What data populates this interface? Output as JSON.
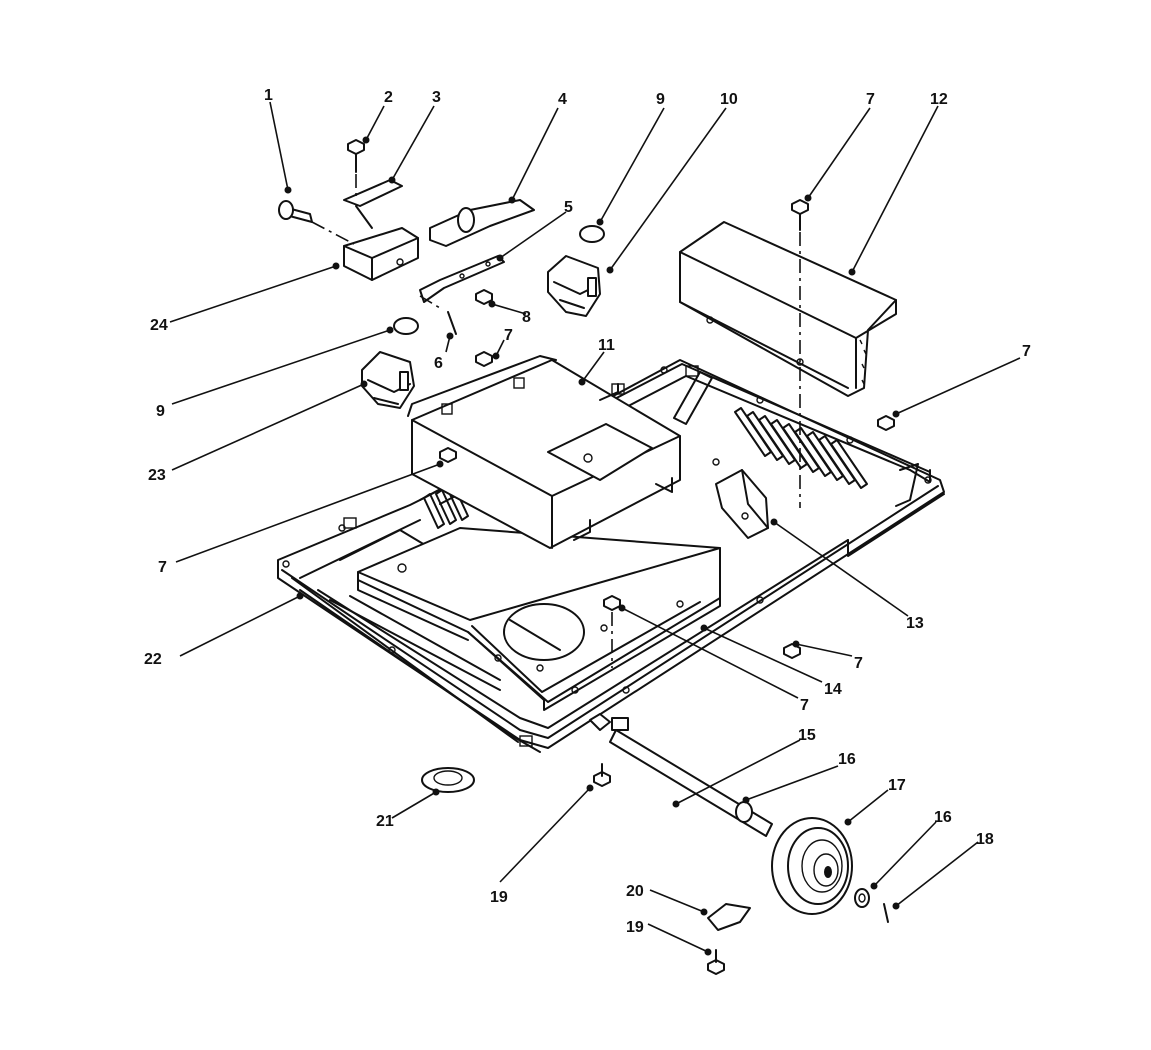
{
  "callouts": [
    {
      "id": "c1",
      "text": "1"
    },
    {
      "id": "c2",
      "text": "2"
    },
    {
      "id": "c3",
      "text": "3"
    },
    {
      "id": "c4",
      "text": "4"
    },
    {
      "id": "c5",
      "text": "5"
    },
    {
      "id": "c6",
      "text": "6"
    },
    {
      "id": "c7a",
      "text": "7"
    },
    {
      "id": "c7b",
      "text": "7"
    },
    {
      "id": "c7c",
      "text": "7"
    },
    {
      "id": "c7d",
      "text": "7"
    },
    {
      "id": "c7e",
      "text": "7"
    },
    {
      "id": "c7f",
      "text": "7"
    },
    {
      "id": "c8",
      "text": "8"
    },
    {
      "id": "c9a",
      "text": "9"
    },
    {
      "id": "c9b",
      "text": "9"
    },
    {
      "id": "c10",
      "text": "10"
    },
    {
      "id": "c11",
      "text": "11"
    },
    {
      "id": "c12",
      "text": "12"
    },
    {
      "id": "c13",
      "text": "13"
    },
    {
      "id": "c14",
      "text": "14"
    },
    {
      "id": "c15",
      "text": "15"
    },
    {
      "id": "c16a",
      "text": "16"
    },
    {
      "id": "c16b",
      "text": "16"
    },
    {
      "id": "c17",
      "text": "17"
    },
    {
      "id": "c18",
      "text": "18"
    },
    {
      "id": "c19a",
      "text": "19"
    },
    {
      "id": "c19b",
      "text": "19"
    },
    {
      "id": "c20",
      "text": "20"
    },
    {
      "id": "c21",
      "text": "21"
    },
    {
      "id": "c22",
      "text": "22"
    },
    {
      "id": "c23",
      "text": "23"
    },
    {
      "id": "c24",
      "text": "24"
    }
  ]
}
